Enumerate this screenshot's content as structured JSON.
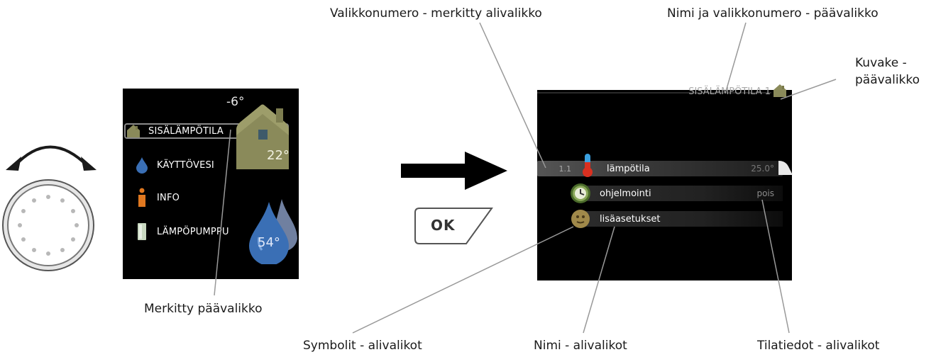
{
  "callouts": {
    "submenu_number": "Valikkonumero - merkitty alivalikko",
    "main_name_number": "Nimi ja valikkonumero - päävalikko",
    "icon_main_line1": "Kuvake -",
    "icon_main_line2": "päävalikko",
    "marked_main": "Merkitty päävalikko",
    "symbols_sub": "Symbolit - alivalikot",
    "name_sub": "Nimi - alivalikot",
    "status_sub": "Tilatiedot - alivalikot"
  },
  "main_screen": {
    "items": [
      {
        "label": "SISÄLÄMPÖTILA",
        "icon": "house-icon",
        "selected": true
      },
      {
        "label": "KÄYTTÖVESI",
        "icon": "water-drop-icon",
        "selected": false
      },
      {
        "label": "INFO",
        "icon": "info-icon",
        "selected": false
      },
      {
        "label": "LÄMPÖPUMPPU",
        "icon": "heat-pump-icon",
        "selected": false
      }
    ],
    "outdoor_temp": "-6°",
    "indoor_temp": "22°",
    "water_temp": "54°"
  },
  "ok_button": {
    "label": "OK"
  },
  "sub_screen": {
    "title": "SISÄLÄMPÖTILA 1",
    "rows": [
      {
        "number": "1.1",
        "icon": "thermometer-icon",
        "name": "lämpötila",
        "status": "25.0°"
      },
      {
        "number": "",
        "icon": "clock-icon",
        "name": "ohjelmointi",
        "status": "pois"
      },
      {
        "number": "",
        "icon": "settings-face-icon",
        "name": "lisäasetukset",
        "status": ""
      }
    ]
  },
  "colors": {
    "screen_bg": "#000000",
    "house": "#8a8a5a",
    "drop": "#3a6fb5",
    "info": "#e07820",
    "thermometer_red": "#d93020",
    "thermometer_blue": "#3aa0e0",
    "clock": "#6a8a3a",
    "settings_face": "#a0894a"
  }
}
